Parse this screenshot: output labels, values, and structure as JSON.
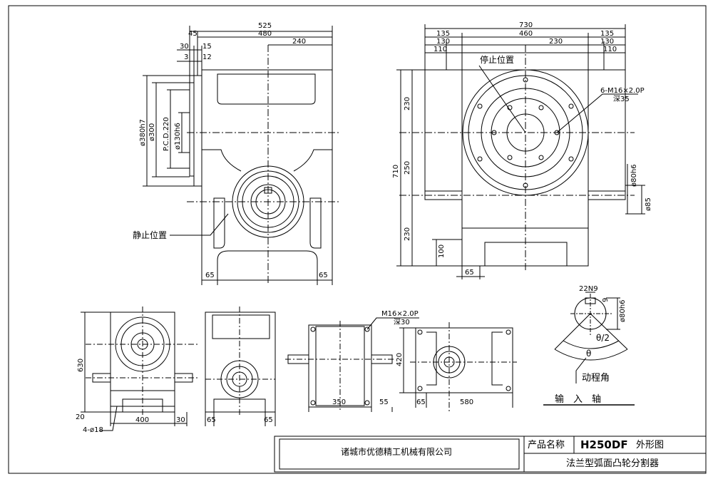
{
  "front_view": {
    "dims_top": [
      "525",
      "480",
      "240",
      "45",
      "30",
      "15",
      "3",
      "12"
    ],
    "dims_left": [
      "ø380h7",
      "ø300",
      "P.C.D.220",
      "ø130h6"
    ],
    "dims_bottom": [
      "65",
      "65"
    ],
    "label_stop_position": "静止位置"
  },
  "side_view": {
    "dims_top": [
      "730",
      "135",
      "460",
      "135",
      "130",
      "230",
      "130",
      "110",
      "110"
    ],
    "dims_left": [
      "710",
      "230",
      "250",
      "230",
      "100"
    ],
    "dims_right": [
      "ø80h6",
      "ø85"
    ],
    "dims_bottom": [
      "65"
    ],
    "label_stop_position": "停止位置",
    "holes_label": "6-M16×2.0P",
    "holes_depth": "深35"
  },
  "small_views": {
    "view1_dims": [
      "630",
      "20",
      "400",
      "30",
      "4-ø18"
    ],
    "view2_dims": [
      "65",
      "65"
    ],
    "view3_dims": [
      "M16×2.0P",
      "深30",
      "350",
      "55"
    ],
    "view4_dims": [
      "420",
      "65",
      "580"
    ]
  },
  "shaft_detail": {
    "dims": [
      "22N9",
      "9",
      "ø80h6"
    ],
    "theta_half": "θ/2",
    "theta": "θ",
    "label_index_angle": "动程角",
    "label_input_shaft": "输　入　轴"
  },
  "title_block": {
    "company": "诸城市优德精工机械有限公司",
    "name_label": "产品名称",
    "model": "H250DF",
    "drawing_type": "外形图",
    "product_desc": "法兰型弧面凸轮分割器"
  }
}
